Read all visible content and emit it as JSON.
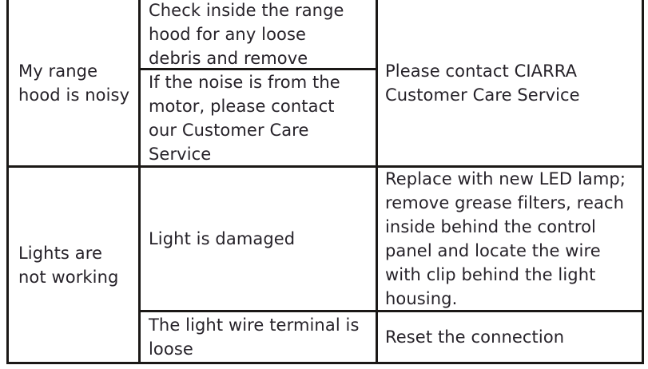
{
  "table": {
    "colors": {
      "border": "#1b1816",
      "text": "#262229",
      "background": "#ffffff"
    },
    "cells": {
      "g1_problem": "My range\nhood is noisy",
      "g1_cause_1": "Check inside the range\nhood for any loose\ndebris and remove",
      "g1_cause_2": "If the noise is from the\nmotor, please contact\nour Customer Care\nService",
      "g1_solution": "Please contact CIARRA\nCustomer Care Service",
      "g2_problem": "Lights are\nnot working",
      "g2_cause_1": "Light is damaged",
      "g2_solution_1": "Replace with new LED lamp;\nremove grease filters, reach\ninside behind the control\npanel and locate the wire\nwith clip behind the light\nhousing.",
      "g2_cause_2": "The light wire terminal is\nloose",
      "g2_solution_2": "Reset the connection"
    }
  }
}
